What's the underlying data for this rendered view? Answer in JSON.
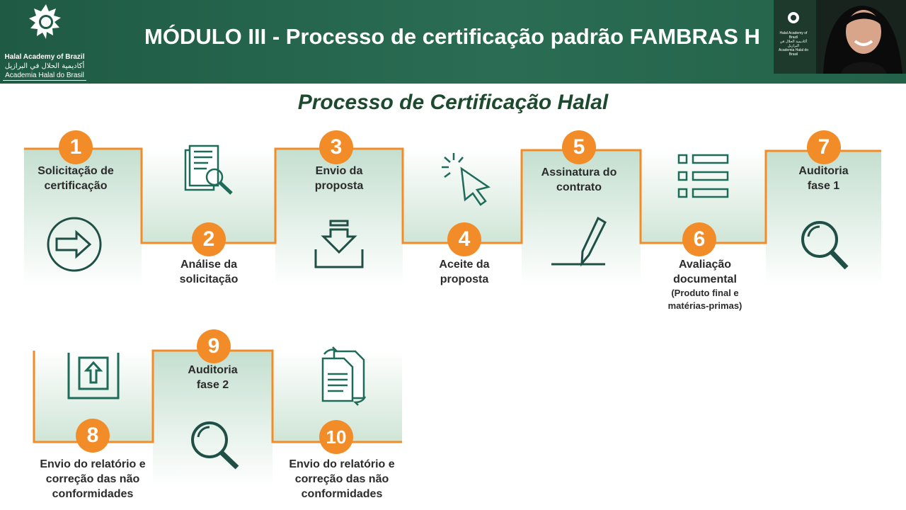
{
  "header": {
    "title": "MÓDULO III - Processo de certificação padrão FAMBRAS H",
    "logo": {
      "line1": "Halal Academy of Brazil",
      "line2": "أكاديمية الحلال في البرازيل",
      "line3": "Academia Halal do Brasil"
    },
    "webcam": {
      "logo_line1": "Halal Academy of Brazil",
      "logo_line2": "أكاديمية الحلال في البرازيل",
      "logo_line3": "Academia Halal do Brasil"
    }
  },
  "slide": {
    "title": "Processo de Certificação Halal"
  },
  "steps": [
    {
      "number": "1",
      "label_line1": "Solicitação de",
      "label_line2": "certificação",
      "icon": "arrow-right-circle-icon"
    },
    {
      "number": "2",
      "label_line1": "Análise da",
      "label_line2": "solicitação",
      "icon": "documents-search-icon"
    },
    {
      "number": "3",
      "label_line1": "Envio da",
      "label_line2": "proposta",
      "icon": "download-tray-icon"
    },
    {
      "number": "4",
      "label_line1": "Aceite da",
      "label_line2": "proposta",
      "icon": "cursor-click-icon"
    },
    {
      "number": "5",
      "label_line1": "Assinatura do",
      "label_line2": "contrato",
      "icon": "pen-sign-icon"
    },
    {
      "number": "6",
      "label_line1": "Avaliação",
      "label_line2": "documental",
      "sub_line1": "(Produto final e",
      "sub_line2": "matérias-primas)",
      "icon": "checklist-icon"
    },
    {
      "number": "7",
      "label_line1": "Auditoria",
      "label_line2": "fase 1",
      "icon": "magnifier-icon"
    },
    {
      "number": "8",
      "label_line1": "Envio do relatório e",
      "label_line2": "correção das não",
      "label_line3": "conformidades",
      "icon": "upload-tray-icon"
    },
    {
      "number": "9",
      "label_line1": "Auditoria",
      "label_line2": "fase 2",
      "icon": "magnifier-icon"
    },
    {
      "number": "10",
      "label_line1": "Envio do relatório e",
      "label_line2": "correção das não",
      "label_line3": "conformidades",
      "icon": "document-refresh-icon"
    }
  ],
  "colors": {
    "header_bg": "#2a6d54",
    "title_text": "#1d4a2f",
    "accent_orange": "#f28c28",
    "panel_green": "#c9e2d3",
    "icon_teal": "#1f6b5a"
  }
}
